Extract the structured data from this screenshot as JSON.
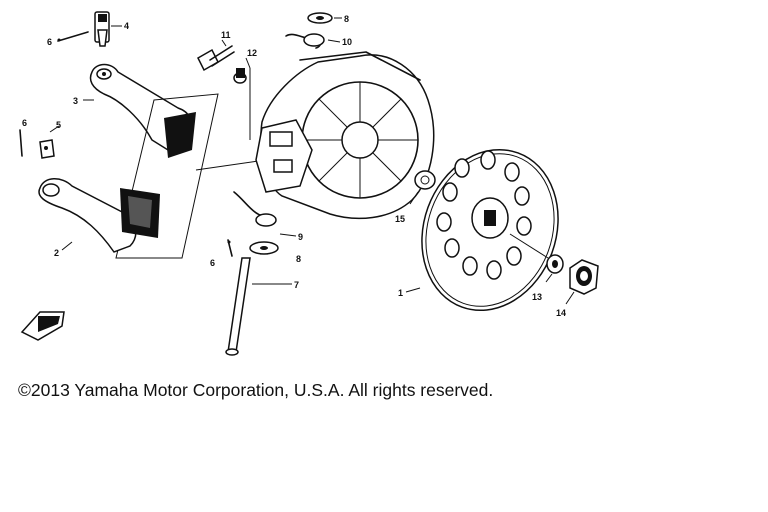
{
  "copyright": "©2013 Yamaha Motor Corporation, U.S.A. All rights reserved.",
  "callouts": [
    "1",
    "2",
    "3",
    "4",
    "5",
    "6",
    "6",
    "7",
    "8",
    "8",
    "9",
    "10",
    "11",
    "12",
    "13",
    "14",
    "15"
  ]
}
